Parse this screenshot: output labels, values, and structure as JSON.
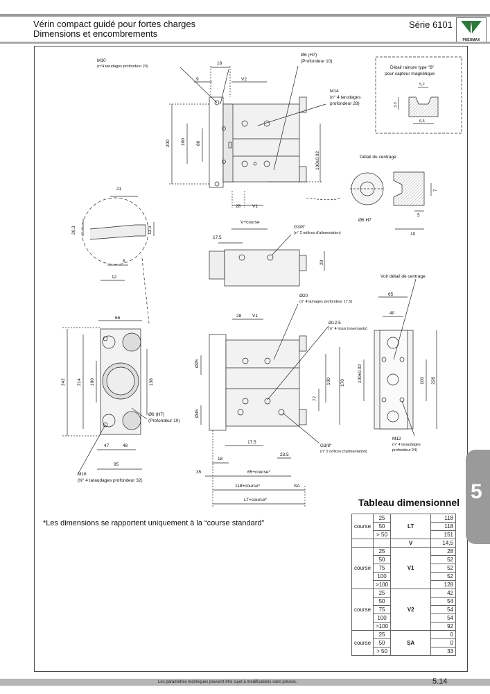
{
  "header": {
    "title_line1": "Vérin compact guidé pour fortes charges",
    "title_line2": "Dimensions et encombrements",
    "series": "Série 6101",
    "logo_text": "PNEUMAX"
  },
  "drawing": {
    "labels": {
      "m10": "M10",
      "m10_note": "(n°4 tarudages profondeur 20)",
      "d18_top": "18",
      "phi6_top": "Ø6 (H7)",
      "phi6_top_note": "(Profondeur 10)",
      "d9": "9",
      "v2": "V2",
      "m14": "M14",
      "m14_note1": "(n° 4 tarudages",
      "m14_note2": "profondeur 28)",
      "d200": "200",
      "d100_top": "100",
      "d80": "80",
      "d100_002_top": "100±0.02",
      "d28_top": "28",
      "v1_top": "V1",
      "groove_title1": "Détail rainure type “B”",
      "groove_title2": "pour capteur magnétique",
      "d5_2": "5,2",
      "d3_3": "3,3",
      "d6_6": "6,6",
      "centrage_title": "Détail du centrage",
      "phi6_centre": "Ø6 H7",
      "d7": "7",
      "d5": "5",
      "d10": "10",
      "d21": "21",
      "d20_3": "20.3",
      "d13_3": "13.3",
      "d8": "8",
      "d12": "12",
      "v_course": "V+course",
      "d17_5_top": "17.5",
      "g38_top": "G3/8\"",
      "g38_top_note": "(n° 2 orifices d'alimentation)",
      "d29": "29",
      "voir_detail": "Voir détail de centrage",
      "d65": "65",
      "d40": "40",
      "phi20": "Ø20",
      "phi20_note": "(n° 4 lamages profondeur 17.5)",
      "d28_mid": "28",
      "v1_mid": "V1",
      "phi12_5": "Ø12.5",
      "phi12_5_note": "(n° 4 trous traversants)",
      "d66": "66",
      "d242": "242",
      "d214": "214",
      "d100_left": "100",
      "d138": "138",
      "phi6_left": "Ø6 (H7)",
      "phi6_left_note": "(Profondeur 10)",
      "d47": "47",
      "d48": "48",
      "d95": "95",
      "m16": "M16",
      "m16_note": "(N° 4 taraudages profondeur 32)",
      "phi25": "Ø25",
      "phi45": "Ø45",
      "d100_mid": "100",
      "d170": "170",
      "d77": "77",
      "d17_5_bot": "17.5",
      "d18_bot": "18",
      "d23_5": "23.5",
      "g38_bot": "G3/8\"",
      "g38_bot_note": "(n° 2 orifices d'alimentation)",
      "d35": "35",
      "d65_course": "65+course*",
      "d118_course": "118+course*",
      "sa": "SA",
      "lt_course": "LT+course*",
      "d100_002_right": "100±0.02",
      "d100_right": "100",
      "d228": "228",
      "m12": "M12",
      "m12_note1": "(n° 4 taraudages",
      "m12_note2": "profondeur 24)"
    }
  },
  "section_tab": "5",
  "footnote": "*Les dimensions se rapportent uniquement à la “course standard”",
  "table": {
    "title": "Tableau dimensionnel",
    "course_label": "course",
    "groups": [
      {
        "name": "LT",
        "rows": [
          {
            "course": "25",
            "value": "118"
          },
          {
            "course": "50",
            "value": "118"
          },
          {
            "course": "> 50",
            "value": "151"
          }
        ]
      },
      {
        "name": "V",
        "rows": [
          {
            "course": "",
            "value": "14,5"
          }
        ]
      },
      {
        "name": "V1",
        "rows": [
          {
            "course": "25",
            "value": "28"
          },
          {
            "course": "50",
            "value": "52"
          },
          {
            "course": "75",
            "value": "52"
          },
          {
            "course": "100",
            "value": "52"
          },
          {
            "course": ">100",
            "value": "128"
          }
        ]
      },
      {
        "name": "V2",
        "rows": [
          {
            "course": "25",
            "value": "42"
          },
          {
            "course": "50",
            "value": "54"
          },
          {
            "course": "75",
            "value": "54"
          },
          {
            "course": "100",
            "value": "54"
          },
          {
            "course": ">100",
            "value": "92"
          }
        ]
      },
      {
        "name": "SA",
        "rows": [
          {
            "course": "25",
            "value": "0"
          },
          {
            "course": "50",
            "value": "0"
          },
          {
            "course": "> 50",
            "value": "33"
          }
        ]
      }
    ]
  },
  "footer": {
    "disclaimer": "Les paramètres techniques peuvent être sujet à modifications sans préavis.",
    "page_number": "5.14"
  }
}
